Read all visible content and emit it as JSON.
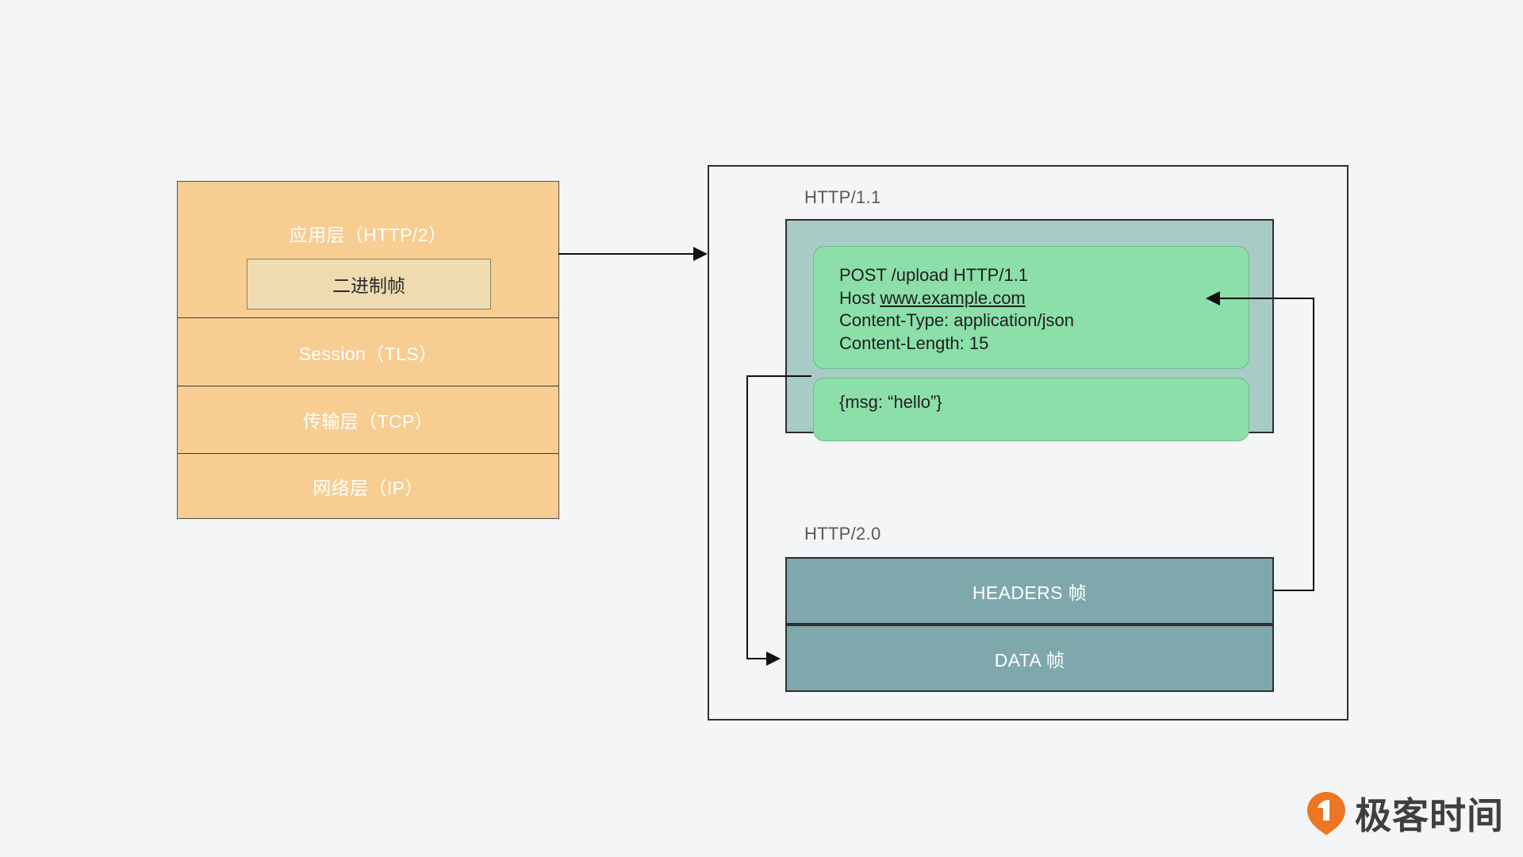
{
  "stack": {
    "layers": [
      {
        "label": "应用层（HTTP/2）",
        "name": "application"
      },
      {
        "label": "Session（TLS）",
        "name": "session"
      },
      {
        "label": "传输层（TCP）",
        "name": "transport"
      },
      {
        "label": "网络层（IP）",
        "name": "network"
      }
    ],
    "binary_frame_label": "二进制帧"
  },
  "panel": {
    "http11_caption": "HTTP/1.1",
    "http20_caption": "HTTP/2.0",
    "request": {
      "line1": "POST /upload HTTP/1.1",
      "line2_prefix": "Host ",
      "line2_url": "www.example.com",
      "line3": "Content-Type: application/json",
      "line4": "Content-Length: 15",
      "body": "{msg: “hello”}"
    },
    "frames": [
      {
        "label": "HEADERS 帧",
        "name": "headers"
      },
      {
        "label": "DATA 帧",
        "name": "data"
      }
    ]
  },
  "branding": {
    "logo_text": "极客时间"
  },
  "colors": {
    "background": "#f4f5f7",
    "stack_fill": "#f7cd92",
    "binary_frame_fill": "#eedcb0",
    "http11_container_fill": "#a9cbc6",
    "message_fill": "#8cdfa8",
    "frame_fill": "#7fa8ac",
    "stroke": "#2f2f2f",
    "logo_accent": "#ec7623"
  }
}
